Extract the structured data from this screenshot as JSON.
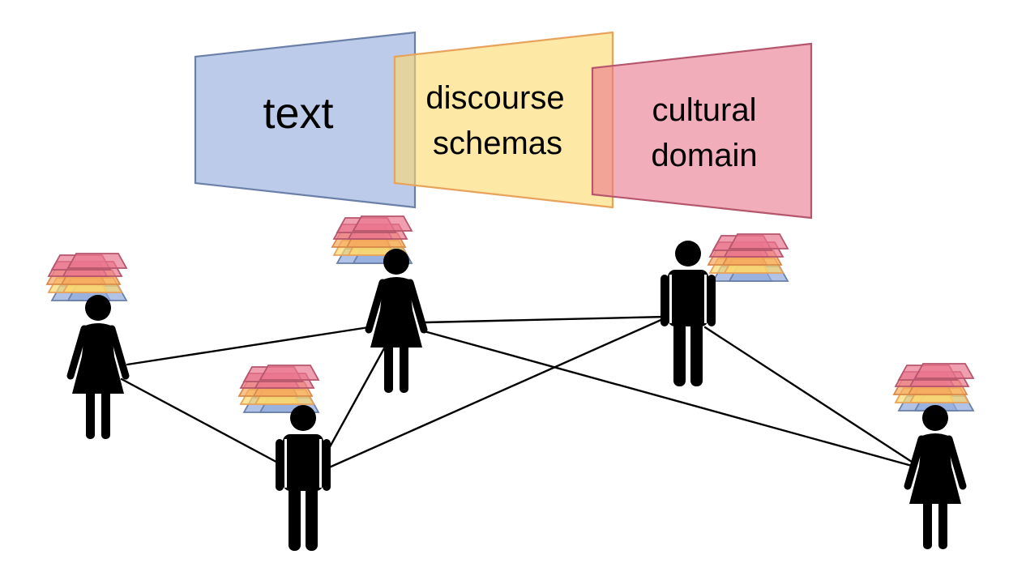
{
  "panels": {
    "text": {
      "lines": [
        "text"
      ],
      "fill": "#8FA9DC",
      "stroke": "#6B7FA8"
    },
    "discourse": {
      "lines": [
        "discourse",
        "schemas"
      ],
      "fill": "#FDD96B",
      "stroke": "#E7A35C"
    },
    "cultural": {
      "lines": [
        "cultural",
        "domain"
      ],
      "fill": "#E9768E",
      "stroke": "#B5566C"
    }
  },
  "layer_colors": {
    "blue": "#8FA9DC",
    "yellow": "#FDD96B",
    "orange": "#F4A85E",
    "red": "#E9768E"
  },
  "people": [
    {
      "id": "p1",
      "gender": "female"
    },
    {
      "id": "p2",
      "gender": "female"
    },
    {
      "id": "p3",
      "gender": "male"
    },
    {
      "id": "p4",
      "gender": "male"
    },
    {
      "id": "p5",
      "gender": "female"
    }
  ],
  "connections": [
    [
      "p1",
      "p2"
    ],
    [
      "p1",
      "p3"
    ],
    [
      "p3",
      "p2"
    ],
    [
      "p3",
      "p4"
    ],
    [
      "p2",
      "p4"
    ],
    [
      "p2",
      "p5"
    ],
    [
      "p4",
      "p5"
    ]
  ]
}
